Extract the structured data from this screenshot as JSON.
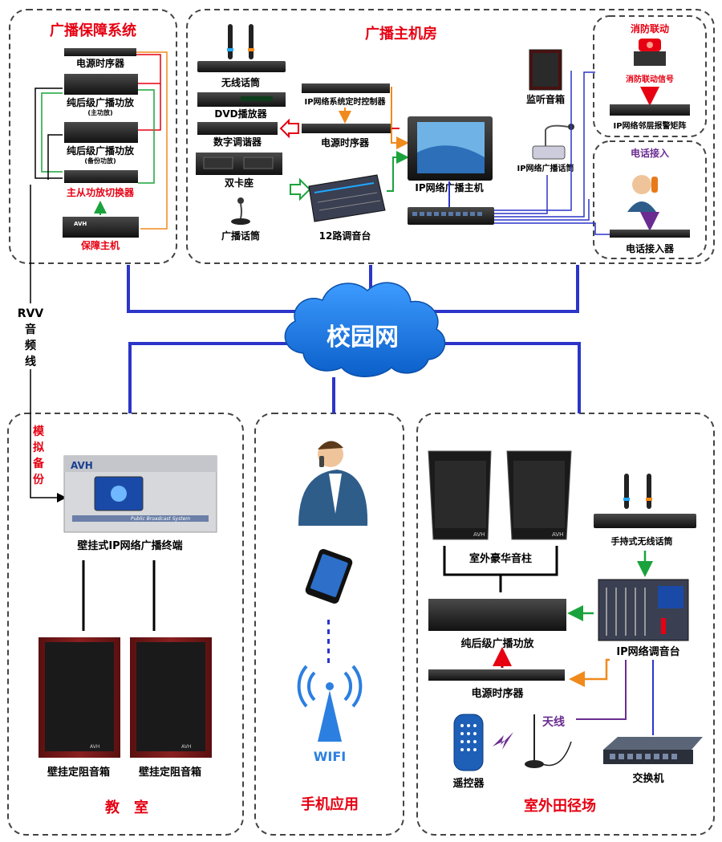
{
  "colors": {
    "net_blue": "#2b35c9",
    "line_red": "#e60012",
    "line_orange": "#f08a1d",
    "line_green": "#1aa33c",
    "line_purple": "#6a2c91",
    "cloud": "#1677e6",
    "label_red": "#e60012"
  },
  "panels": {
    "backup": {
      "title": "广播保障系统",
      "labels": {
        "power_seq": "电源时序器",
        "amp_main": "纯后级广播功放",
        "amp_main_sub": "(主功放)",
        "amp_backup": "纯后级广播功放",
        "amp_backup_sub": "(备份功放)",
        "switcher": "主从功放切换器",
        "backup_host": "保障主机"
      }
    },
    "host_room": {
      "title": "广播主机房",
      "labels": {
        "wireless_mic": "无线话筒",
        "dvd": "DVD播放器",
        "tuner": "数字调谐器",
        "cassette": "双卡座",
        "paging_mic": "广播话筒",
        "timer_controller": "IP网络系统定时控制器",
        "power_seq": "电源时序器",
        "mixer12": "12路调音台",
        "monitor_speaker": "监听音箱",
        "ip_mic": "IP网络广播话筒",
        "ip_host": "IP网络广播主机"
      }
    },
    "fire": {
      "title": "消防联动",
      "signal": "消防联动信号",
      "matrix": "IP网络邻层报警矩阵"
    },
    "phone": {
      "title": "电话接入",
      "device": "电话接入器"
    },
    "network": {
      "cloud": "校园网",
      "rvv": "RVV音频线"
    },
    "classroom": {
      "title": "教　室",
      "analog_backup": "模拟备份",
      "terminal": "壁挂式IP网络广播终端",
      "speaker_left": "壁挂定阻音箱",
      "speaker_right": "壁挂定阻音箱",
      "panel_text": "Public Broadcast System",
      "logo": "AVH"
    },
    "mobile": {
      "title": "手机应用",
      "wifi": "WIFI"
    },
    "outdoor": {
      "title": "室外田径场",
      "column_speakers": "室外豪华音柱",
      "handheld_mic": "手持式无线话筒",
      "amp": "纯后级广播功放",
      "ip_mixer": "IP网络调音台",
      "power_seq": "电源时序器",
      "antenna": "天线",
      "remote": "遥控器",
      "switch": "交换机",
      "logo": "AVH"
    }
  }
}
